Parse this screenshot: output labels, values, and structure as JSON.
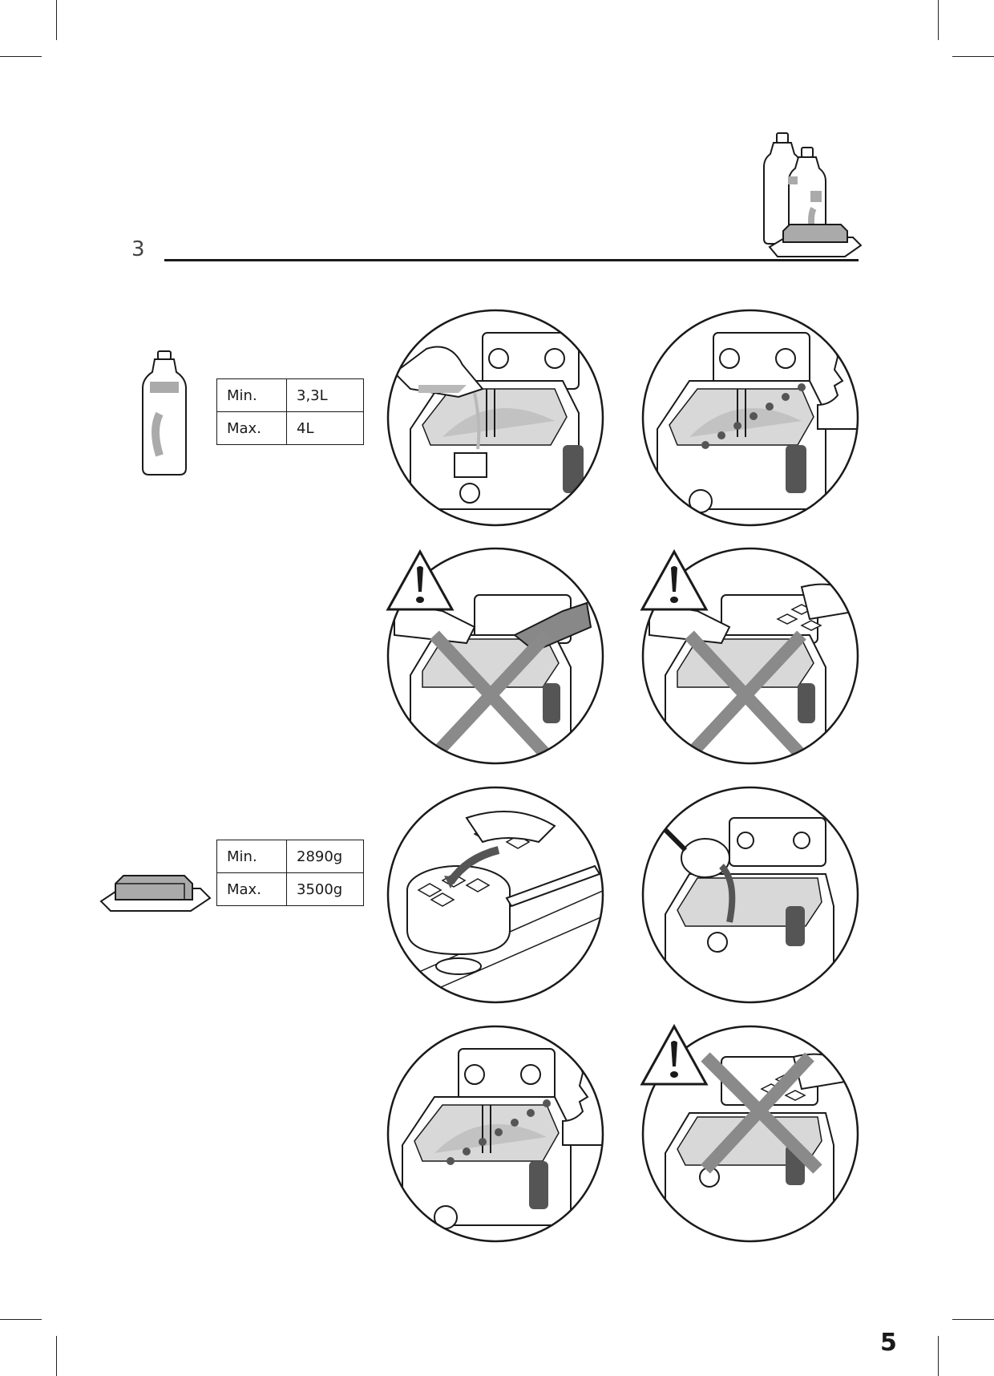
{
  "section": {
    "number": "3"
  },
  "oil_table": {
    "rows": [
      {
        "label": "Min.",
        "value": "3,3L"
      },
      {
        "label": "Max.",
        "value": "4L"
      }
    ]
  },
  "fat_table": {
    "rows": [
      {
        "label": "Min.",
        "value": "2890g"
      },
      {
        "label": "Max.",
        "value": "3500g"
      }
    ]
  },
  "page_number": "5",
  "colors": {
    "ink": "#1a1a1a",
    "oil": "#b9b9b9",
    "handle": "#555555",
    "cross": "#8a8a8a"
  },
  "icons": [
    "oil-bottles-fat-block-icon",
    "oil-bottle-icon",
    "fat-block-icon",
    "warning-icon"
  ]
}
